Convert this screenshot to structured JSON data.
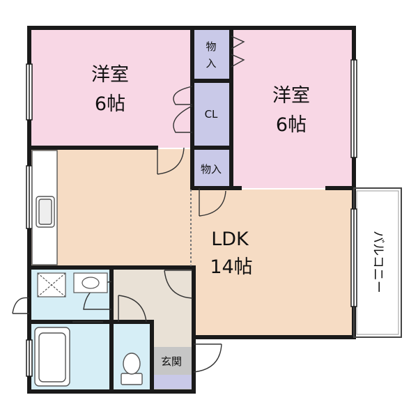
{
  "rooms": {
    "west_bedroom": {
      "line1": "洋室",
      "line2": "6帖"
    },
    "east_bedroom": {
      "line1": "洋室",
      "line2": "6帖"
    },
    "storage_top": {
      "label": "物入"
    },
    "closet": {
      "label": "CL"
    },
    "storage_mid": {
      "label": "物入"
    },
    "ldk": {
      "line1": "LDK",
      "line2": "14帖"
    },
    "balcony": {
      "label": "バルコニー"
    },
    "entrance": {
      "label": "玄関"
    }
  },
  "colors": {
    "bedroom": "#f8d7e5",
    "storage": "#c9c9e8",
    "ldk": "#f6dcc4",
    "wet_area": "#d6eef6",
    "hall": "#e9e1d6",
    "entrance": "#c6c6c6",
    "wall": "#1a1a1a"
  }
}
